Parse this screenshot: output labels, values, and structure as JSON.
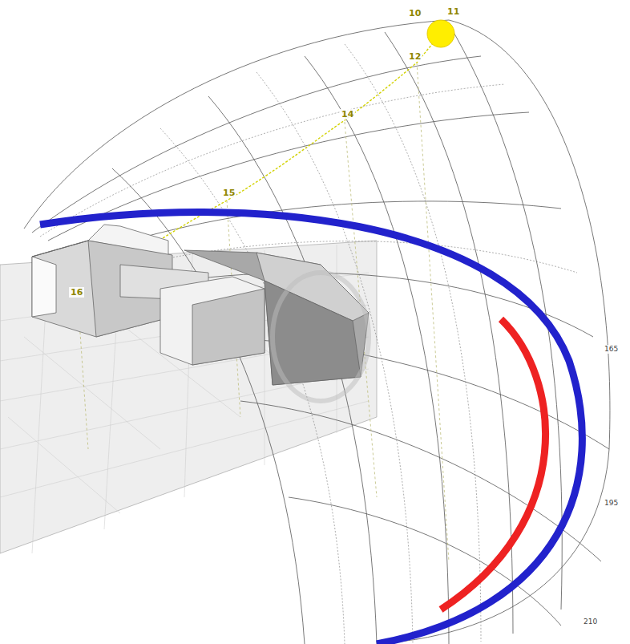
{
  "diagram": {
    "labels": [
      "11",
      "10",
      "12",
      "14",
      "15",
      "16",
      "165",
      "195",
      "210"
    ]
  }
}
